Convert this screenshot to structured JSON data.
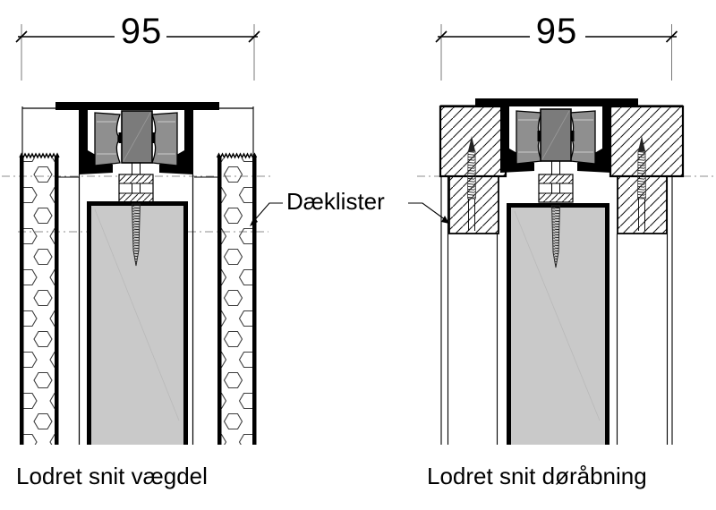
{
  "drawings": {
    "left": {
      "dimension": "95",
      "caption": "Lodret snit vægdel"
    },
    "right": {
      "dimension": "95",
      "caption": "Lodret snit døråbning"
    }
  },
  "annotations": {
    "cover_strips_label": "Dæklister"
  },
  "colors": {
    "door_panel": "#c9c9c9",
    "roller_center": "#7b7b7b",
    "roller_side": "#8f8f8f",
    "line": "#000000",
    "dash_line": "#8c8c8c",
    "extension_line": "#7a7a7a"
  }
}
